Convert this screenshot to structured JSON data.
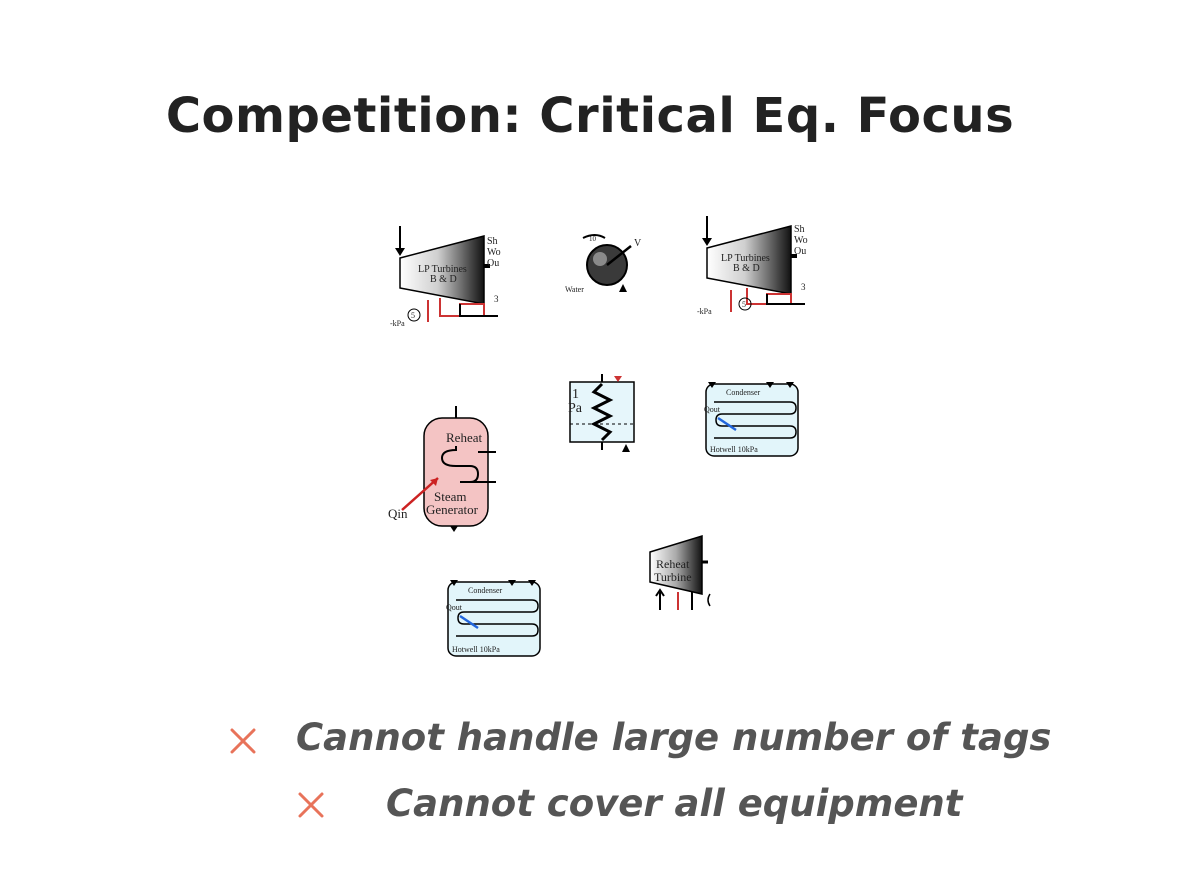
{
  "slide": {
    "title": "Competition: Critical Eq. Focus"
  },
  "symbols": {
    "turbine_label_line1": "LP Turbines",
    "turbine_label_line2": "B & D",
    "turbine_shaft_line1": "Sh",
    "turbine_shaft_line2": "Wo",
    "turbine_shaft_line3": "Ou",
    "turbine_port": "5",
    "turbine_kpa": "-kPa",
    "turbine_side": "3",
    "pump_top": "10",
    "pump_water": "Water",
    "pump_side": "V",
    "heater_line1": "1",
    "heater_line2": "Pa",
    "condenser_title": "Condenser",
    "condenser_qout": "Qout",
    "condenser_hotwell": "Hotwell 10kPa",
    "steamgen_reheat": "Reheat",
    "steamgen_steam": "Steam",
    "steamgen_generator": "Generator",
    "steamgen_qin": "Qin",
    "reheat_turbine_line1": "Reheat",
    "reheat_turbine_line2": "Turbine"
  },
  "bullets": [
    {
      "icon": "x-icon",
      "text": "Cannot handle large number of tags"
    },
    {
      "icon": "x-icon",
      "text": "Cannot cover all equipment"
    }
  ],
  "colors": {
    "accent_x": "#e8735a",
    "text_gray": "#555555",
    "pipe_red": "#cc3333",
    "steamgen_fill": "#f4c4c4",
    "condenser_fill": "#dff4fa"
  }
}
